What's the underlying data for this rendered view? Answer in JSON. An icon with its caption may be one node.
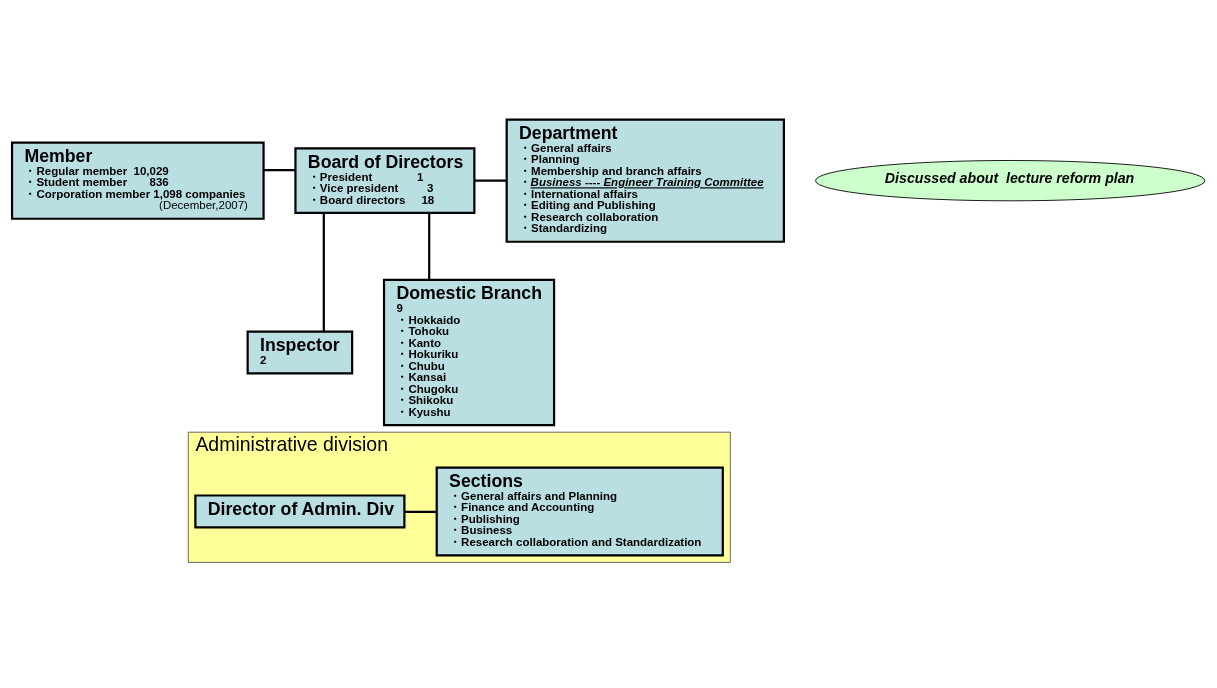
{
  "diagram": {
    "nodes": [
      {
        "text": [
          "Member",
          "・Regular member  10,029",
          "・Student member       836",
          "・Corporation member 1,098 companies",
          "(December,2007)"
        ]
      },
      {
        "text": [
          "Board of Directors",
          "・President              1",
          "・Vice president         3",
          "・Board directors     18"
        ]
      },
      {
        "text": [
          "Department",
          "・General affairs",
          "・Planning",
          "・Membership and branch affairs",
          "・*Business ---- Engineer Training Committee*",
          "・International affairs",
          "・Editing and Publishing",
          "・Research collaboration",
          "・Standardizing"
        ]
      },
      {
        "text": [
          "Discussed about  lecture reform plan"
        ]
      },
      {
        "text": [
          "Inspector",
          "2"
        ]
      },
      {
        "text": [
          "Administrative division"
        ]
      },
      {
        "text": [
          "Director of Admin. Div"
        ],
        "in": 5
      },
      {
        "text": [
          "Sections",
          "・General affairs and Planning",
          "・Finance and Accounting",
          "・Publishing",
          "・Business",
          "・Research collaboration and Standardization"
        ],
        "in": 5
      },
      {
        "text": [
          "Domestic Branch",
          "9",
          "・Hokkaido",
          "・Tohoku",
          "・Kanto",
          "・Hokuriku",
          "・Chubu",
          "・Kansai",
          "・Chugoku",
          "・Shikoku",
          "・Kyushu"
        ]
      }
    ],
    "edges": [
      {
        "from": 0,
        "to": 1,
        "arrow": "none"
      },
      {
        "from": 1,
        "to": 4,
        "arrow": "none"
      },
      {
        "from": 1,
        "to": 2,
        "arrow": "none"
      },
      {
        "from": 1,
        "to": 8,
        "arrow": "none"
      },
      {
        "from": 6,
        "to": 7,
        "arrow": "none"
      }
    ]
  }
}
